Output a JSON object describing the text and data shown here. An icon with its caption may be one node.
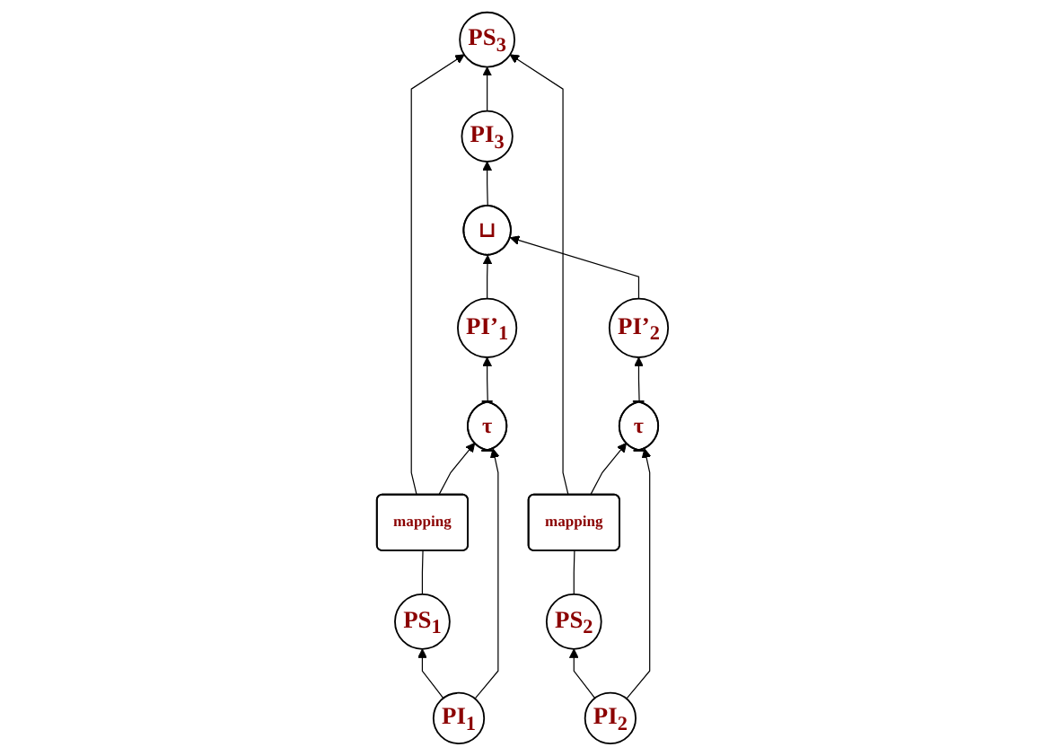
{
  "diagram": {
    "nodes": [
      {
        "text": [
          "PS$_{1}$"
        ]
      },
      {
        "text": [
          "mapping"
        ]
      },
      {
        "text": [
          "PS$_{3}$"
        ]
      },
      {
        "text": [
          "mapping"
        ]
      },
      {
        "text": [
          "PS$_{2}$"
        ]
      },
      {
        "text": [
          "PI$_{1}$"
        ]
      },
      {
        "text": [
          "τ"
        ]
      },
      {
        "text": [
          "τ"
        ]
      },
      {
        "text": [
          "PI$_{2}$"
        ]
      },
      {
        "text": [
          "PI’$_{1}$"
        ]
      },
      {
        "text": [
          "PI$_{3}$"
        ]
      },
      {
        "text": [
          "PI’$_{2}$"
        ]
      },
      {
        "text": [
          "⊔"
        ]
      }
    ],
    "edges": [
      {
        "from": 5,
        "to": 0,
        "arrow": "to"
      },
      {
        "from": 0,
        "to": 1,
        "arrow": "none"
      },
      {
        "from": 1,
        "to": 2,
        "arrow": "to"
      },
      {
        "from": 4,
        "to": 3,
        "arrow": "none"
      },
      {
        "from": 3,
        "to": 2,
        "arrow": "to"
      },
      {
        "from": 8,
        "to": 4,
        "arrow": "to"
      },
      {
        "from": 1,
        "to": 6,
        "arrow": "to"
      },
      {
        "from": 5,
        "to": 6,
        "arrow": "to"
      },
      {
        "from": 6,
        "to": 9,
        "arrow": "to"
      },
      {
        "from": 3,
        "to": 7,
        "arrow": "to"
      },
      {
        "from": 8,
        "to": 7,
        "arrow": "to"
      },
      {
        "from": 7,
        "to": 11,
        "arrow": "to"
      },
      {
        "from": 9,
        "to": 12,
        "arrow": "to"
      },
      {
        "from": 11,
        "to": 12,
        "arrow": "to"
      },
      {
        "from": 12,
        "to": 10,
        "arrow": "to"
      },
      {
        "from": 10,
        "to": 2,
        "arrow": "to"
      }
    ]
  }
}
